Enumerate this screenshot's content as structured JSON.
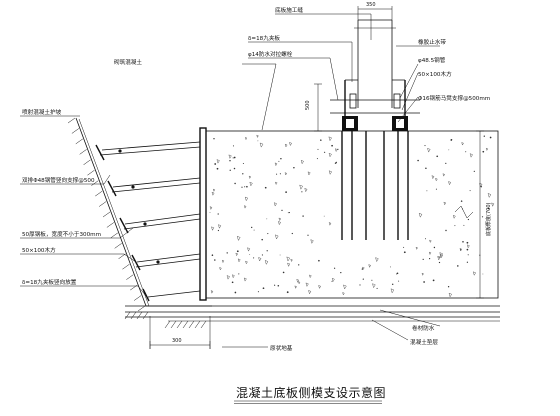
{
  "title": "混凝土底板侧模支设示意图",
  "labels": {
    "dim_top": "350",
    "floor_construction_joint": "底板施工缝",
    "rubber_waterstop": "橡胶止水带",
    "plywood_18": "δ=18九夹板",
    "bolt_14": "φ14防水对拉螺栓",
    "brick_fill": "砌筑混凝土",
    "steel_pipe_48": "φ48.5钢管",
    "timber_50x100": "50×100木方",
    "dim_500": "500",
    "steel_support": "Φ16钢筋马凳支撑@500mm",
    "shotcrete_slope": "喷射混凝土护坡",
    "double_pipe_brace": "双排Φ48钢管竖向支撑@500",
    "dim_vertical": "底板厚度(700)",
    "board_50": "50厚钢板，宽度不小于300mm",
    "timber_50x100_b": "50×100木方",
    "plywood_vertical": "δ=18九夹板竖向放置",
    "waterproofing": "卷材防水",
    "concrete_cushion": "混凝土垫层",
    "dim_bottom": "300",
    "original_soil": "原状地基"
  },
  "icons": {
    "ground_hatch": "soil-hatch-icon",
    "concrete_fill": "concrete-aggregate-icon"
  }
}
